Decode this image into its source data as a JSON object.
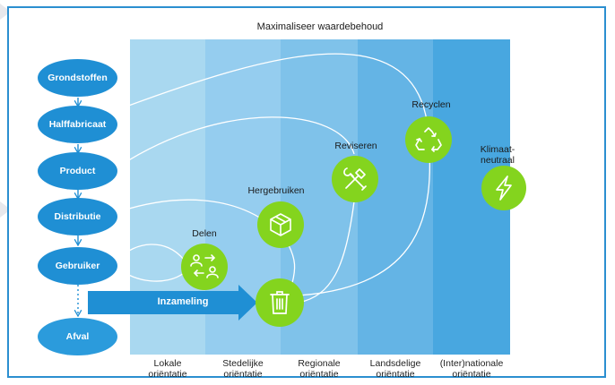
{
  "title": "Maximaliseer waardebehoud",
  "colors": {
    "band_1": "#a9d8f0",
    "band_2": "#95cdef",
    "band_3": "#7fc2ea",
    "band_4": "#64b4e5",
    "band_5": "#48a7e0",
    "node_blue": "#1f8fd4",
    "strategy_green": "#84d41e",
    "frame": "#2b8fd0"
  },
  "bands": [
    {
      "line1": "Lokale",
      "line2": "oriëntatie"
    },
    {
      "line1": "Stedelijke",
      "line2": "oriëntatie"
    },
    {
      "line1": "Regionale",
      "line2": "oriëntatie"
    },
    {
      "line1": "Landsdelige",
      "line2": "oriëntatie"
    },
    {
      "line1": "(Inter)nationale",
      "line2": "oriëntatie"
    }
  ],
  "chain": [
    {
      "label": "Grondstoffen"
    },
    {
      "label": "Halffabricaat"
    },
    {
      "label": "Product"
    },
    {
      "label": "Distributie"
    },
    {
      "label": "Gebruiker"
    },
    {
      "label": "Afval"
    }
  ],
  "strategies": {
    "delen": {
      "label": "Delen",
      "icon": "people-exchange-icon"
    },
    "hergebruiken": {
      "label": "Hergebruiken",
      "icon": "box-icon"
    },
    "reviseren": {
      "label": "Reviseren",
      "icon": "tools-icon"
    },
    "recyclen": {
      "label": "Recyclen",
      "icon": "recycle-icon"
    },
    "klimaat": {
      "line1": "Klimaat-",
      "line2": "neutraal",
      "icon": "lightning-icon"
    },
    "inzameling": {
      "icon": "trash-bin-icon"
    }
  },
  "inzameling_label": "Inzameling"
}
